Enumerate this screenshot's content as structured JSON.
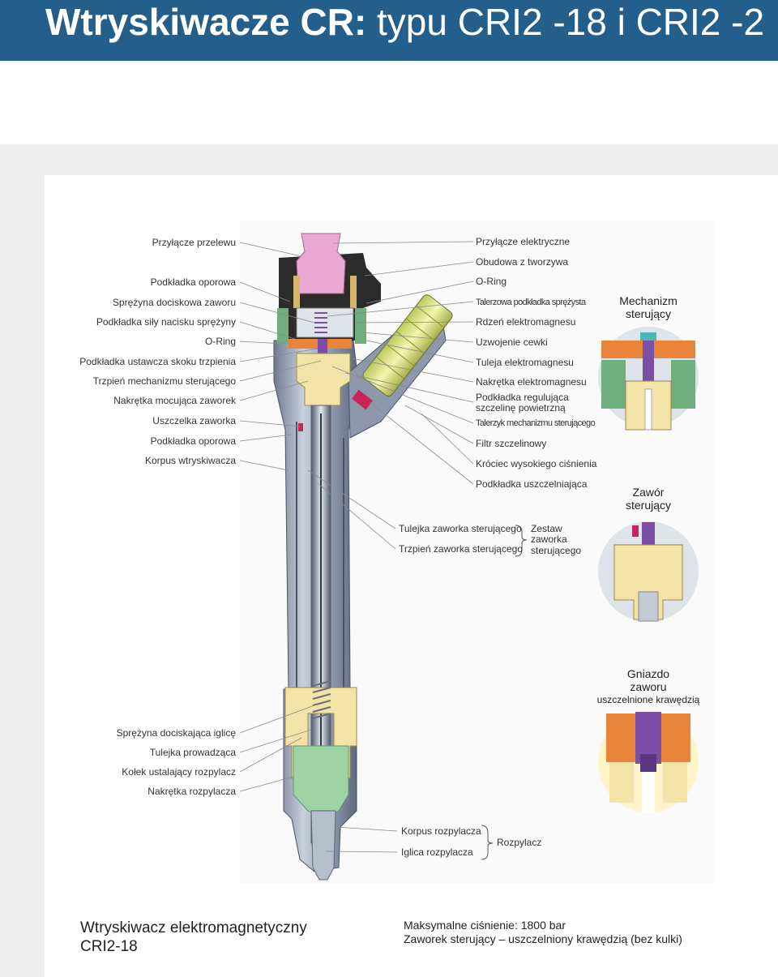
{
  "header": {
    "title_bold": "Wtryskiwacze CR:",
    "title_light": "typu CRI2 -18 i CRI2 -2"
  },
  "labels_left_upper": [
    "Przyłącze przelewu",
    "Podkładka oporowa",
    "Sprężyna dociskowa zaworu",
    "Podkładka siły nacisku sprężyny",
    "O-Ring",
    "Podkładka ustawcza skoku trzpienia",
    "Trzpień mechanizmu sterującego",
    "Nakrętka mocująca zaworek",
    "Uszczelka zaworka",
    "Podkładka oporowa",
    "Korpus wtryskiwacza"
  ],
  "labels_left_lower": [
    "Sprężyna dociskająca iglicę",
    "Tulejka prowadząca",
    "Kołek ustalający rozpylacz",
    "Nakrętka rozpylacza"
  ],
  "labels_right": [
    "Przyłącze elektryczne",
    "Obudowa z tworzywa",
    "O-Ring",
    "Talerzowa podkładka sprężysta",
    "Rdzeń elektromagnesu",
    "Uzwojenie cewki",
    "Tuleja elektromagnesu",
    "Nakrętka elektromagnesu",
    "Podkładka regulująca",
    "szczelinę powietrzną",
    "Talerzyk mechanizmu sterującego",
    "Filtr szczelinowy",
    "Króciec wysokiego ciśnienia",
    "Podkładka uszczelniająca"
  ],
  "valve_set": {
    "items": [
      "Tulejka zaworka sterującego",
      "Trzpień zaworka sterującego"
    ],
    "group_label": [
      "Zestaw",
      "zaworka",
      "sterującego"
    ]
  },
  "nozzle": {
    "items": [
      "Korpus rozpylacza",
      "Iglica rozpylacza"
    ],
    "group_label": "Rozpylacz"
  },
  "details": {
    "mechanism": [
      "Mechanizm",
      "sterujący"
    ],
    "valve": [
      "Zawór",
      "sterujący"
    ],
    "seat": [
      "Gniazdo",
      "zaworu"
    ],
    "seat_sub": "uszczelnione krawędzią"
  },
  "caption": {
    "left": [
      "Wtryskiwacz elektromagnetyczny",
      "CRI2-18"
    ],
    "right": [
      "Maksymalne ciśnienie: 1800 bar",
      "Zaworek sterujący – uszczelniony krawędzią (bez kulki)"
    ]
  },
  "colors": {
    "header": "#245f8c",
    "body_metal": "#9aa3b5",
    "brass": "#f3e3a6",
    "orange": "#e8853a",
    "purple": "#7b4fa3",
    "green": "#6fae7d",
    "connector": "#e9a9d2",
    "dark_housing": "#2b2b2b"
  }
}
